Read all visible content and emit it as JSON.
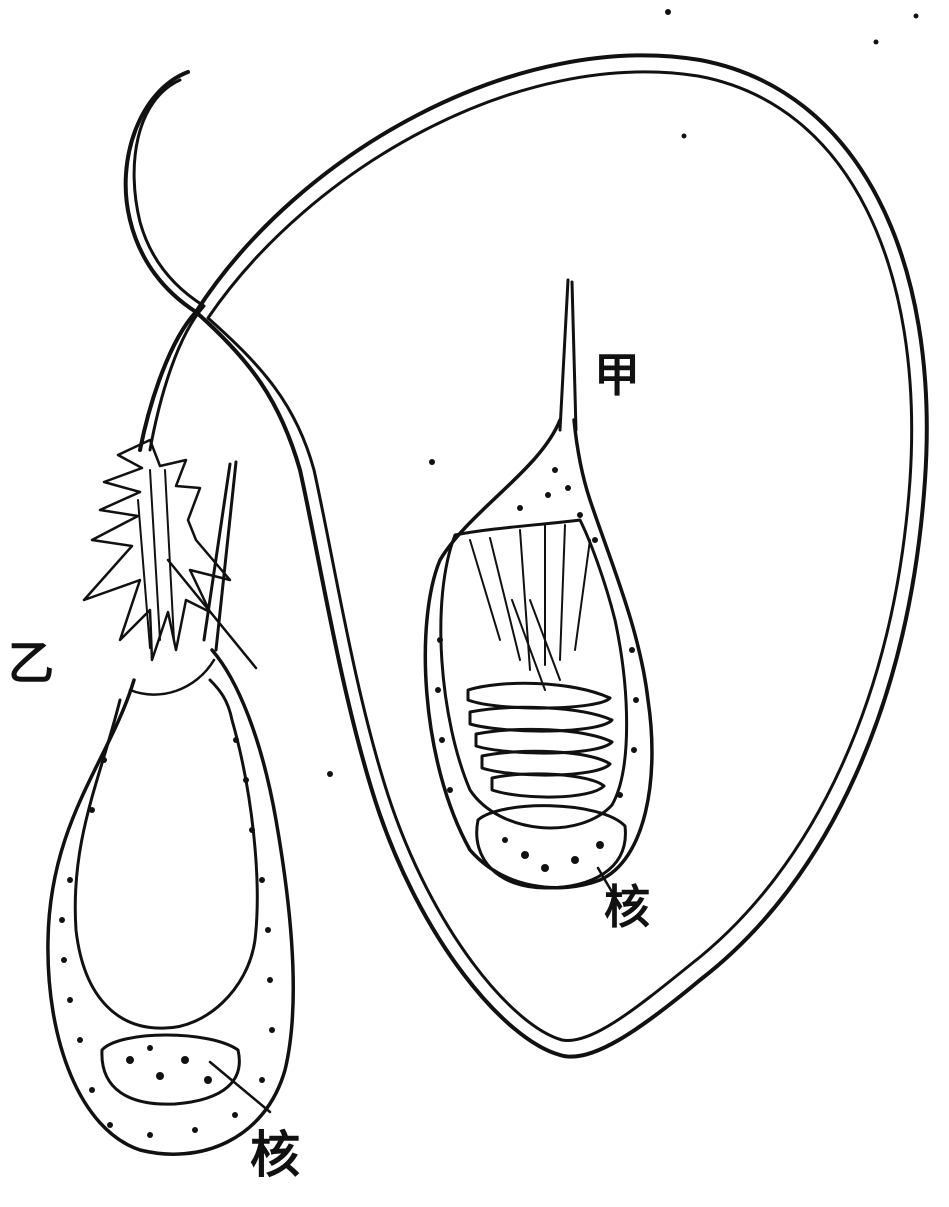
{
  "labels": {
    "cell_jia": "甲",
    "cell_yi": "乙",
    "nucleus_jia": "核",
    "nucleus_yi": "核"
  },
  "colors": {
    "ink": "#111111",
    "paper": "#ffffff"
  }
}
